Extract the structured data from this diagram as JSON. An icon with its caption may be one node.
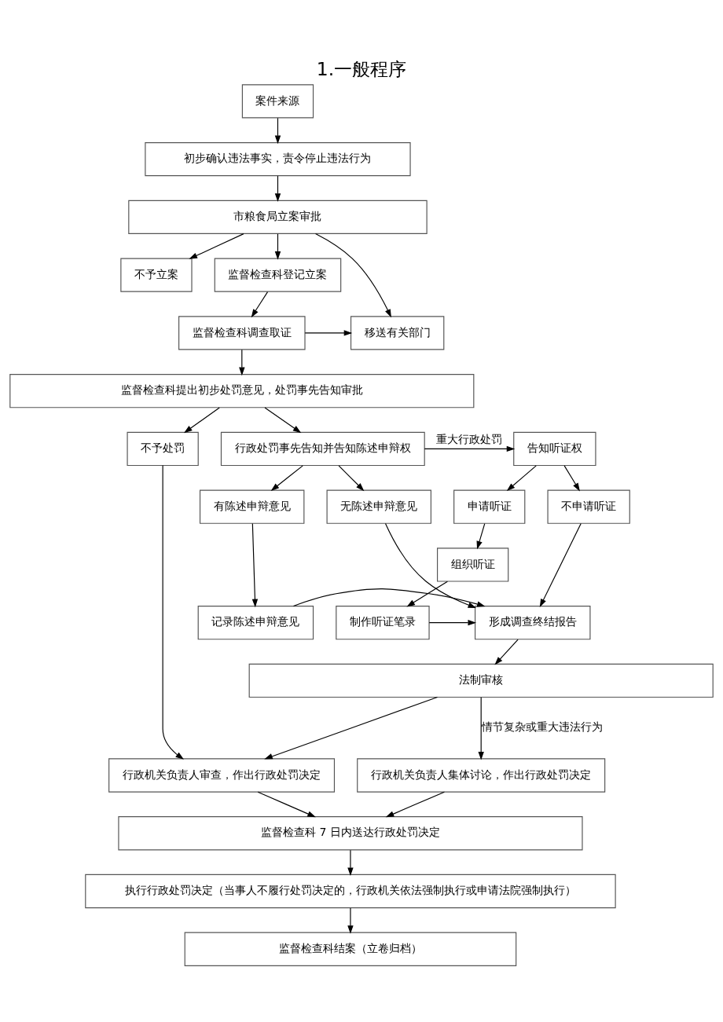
{
  "diagram": {
    "title": "1.一般程序",
    "nodes": [
      {
        "text": [
          "案件来源"
        ]
      },
      {
        "text": [
          "初步确认违法事实，责令停止违法行为"
        ]
      },
      {
        "text": [
          "市粮食局立案审批"
        ]
      },
      {
        "text": [
          "不予立案"
        ]
      },
      {
        "text": [
          "监督检查科登记立案"
        ]
      },
      {
        "text": [
          "监督检查科调查取证"
        ]
      },
      {
        "text": [
          "移送有关部门"
        ]
      },
      {
        "text": [
          "监督检查科提出初步处罚意见，处罚事先告知审批"
        ]
      },
      {
        "text": [
          "不予处罚"
        ]
      },
      {
        "text": [
          "行政处罚事先告知并告知陈述申辩权"
        ]
      },
      {
        "text": [
          "告知听证权"
        ]
      },
      {
        "text": [
          "有陈述申辩意见"
        ]
      },
      {
        "text": [
          "无陈述申辩意见"
        ]
      },
      {
        "text": [
          "不申请听证"
        ]
      },
      {
        "text": [
          "申请听证"
        ]
      },
      {
        "text": [
          "组织听证"
        ]
      },
      {
        "text": [
          "记录陈述申辩意见"
        ]
      },
      {
        "text": [
          "形成调查终结报告"
        ]
      },
      {
        "text": [
          "制作听证笔录"
        ]
      },
      {
        "text": [
          "法制审核"
        ]
      },
      {
        "text": [
          "行政机关负责人审查，作出行政处罚决定"
        ]
      },
      {
        "text": [
          "行政机关负责人集体讨论，作出行政处罚决定"
        ]
      },
      {
        "text": [
          "监督检查科 7 日内送达行政处罚决定"
        ]
      },
      {
        "text": [
          "执行行政处罚决定（当事人不履行处罚决定的，行政机关依法强制执行或申请法院强制执行）"
        ]
      },
      {
        "text": [
          "监督检查科结案（立卷归档）"
        ]
      }
    ],
    "edges": [
      {
        "from": 0,
        "to": 1,
        "arrow": "to"
      },
      {
        "from": 1,
        "to": 2,
        "arrow": "to"
      },
      {
        "from": 2,
        "to": 3,
        "arrow": "to"
      },
      {
        "from": 2,
        "to": 4,
        "arrow": "to"
      },
      {
        "from": 2,
        "to": 6,
        "arrow": "to"
      },
      {
        "from": 4,
        "to": 5,
        "arrow": "to"
      },
      {
        "from": 5,
        "to": 6,
        "arrow": "to"
      },
      {
        "from": 5,
        "to": 7,
        "arrow": "to"
      },
      {
        "from": 7,
        "to": 8,
        "arrow": "to"
      },
      {
        "from": 7,
        "to": 9,
        "arrow": "to"
      },
      {
        "from": 9,
        "to": 10,
        "arrow": "to",
        "label": "重大行政处罚"
      },
      {
        "from": 9,
        "to": 11,
        "arrow": "to"
      },
      {
        "from": 9,
        "to": 12,
        "arrow": "to"
      },
      {
        "from": 10,
        "to": 13,
        "arrow": "to"
      },
      {
        "from": 10,
        "to": 14,
        "arrow": "to"
      },
      {
        "from": 11,
        "to": 16,
        "arrow": "to"
      },
      {
        "from": 12,
        "to": 17,
        "arrow": "to"
      },
      {
        "from": 13,
        "to": 17,
        "arrow": "to"
      },
      {
        "from": 14,
        "to": 15,
        "arrow": "to"
      },
      {
        "from": 15,
        "to": 18,
        "arrow": "to"
      },
      {
        "from": 16,
        "to": 17,
        "arrow": "to"
      },
      {
        "from": 18,
        "to": 17,
        "arrow": "to"
      },
      {
        "from": 17,
        "to": 19,
        "arrow": "to"
      },
      {
        "from": 19,
        "to": 20,
        "arrow": "to"
      },
      {
        "from": 19,
        "to": 21,
        "arrow": "to",
        "label": "情节复杂或重大违法行为"
      },
      {
        "from": 8,
        "to": 20,
        "arrow": "to"
      },
      {
        "from": 20,
        "to": 22,
        "arrow": "to"
      },
      {
        "from": 21,
        "to": 22,
        "arrow": "to"
      },
      {
        "from": 22,
        "to": 23,
        "arrow": "to"
      },
      {
        "from": 23,
        "to": 24,
        "arrow": "to"
      }
    ]
  }
}
